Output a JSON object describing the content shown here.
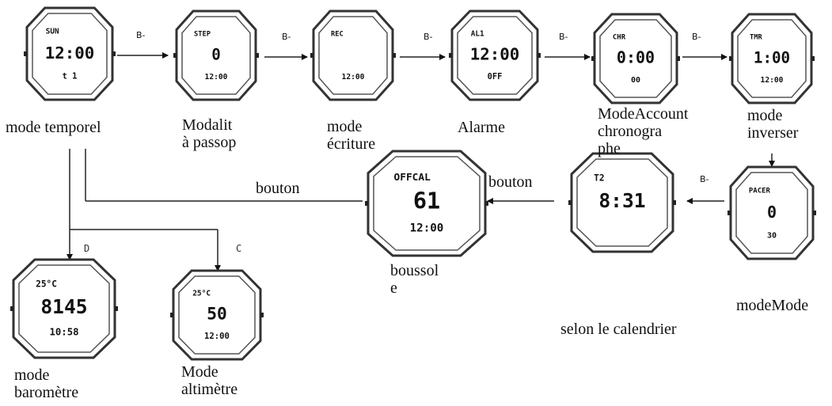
{
  "diagram": {
    "modes": [
      {
        "id": "temporel",
        "label_lines": [
          "mode temporel"
        ],
        "screen": {
          "top": "SUN",
          "main": "12:00",
          "bottom": "t  1"
        }
      },
      {
        "id": "passop",
        "label_lines": [
          "Modalit",
          "à passop"
        ],
        "screen": {
          "top": "STEP",
          "main": "0",
          "bottom": "12:00"
        }
      },
      {
        "id": "ecriture",
        "label_lines": [
          "mode",
          "écriture"
        ],
        "screen": {
          "top": "REC",
          "main": "",
          "bottom": "12:00"
        }
      },
      {
        "id": "alarme",
        "label_lines": [
          "Alarme"
        ],
        "screen": {
          "top": "AL1",
          "main": "12:00",
          "bottom": "0FF"
        }
      },
      {
        "id": "chrono",
        "label_lines": [
          "ModeAccount",
          "chronogra",
          "phe"
        ],
        "screen": {
          "top": "CHR",
          "main": "0:00",
          "bottom": "00"
        }
      },
      {
        "id": "inverser",
        "label_lines": [
          "mode",
          "inverser"
        ],
        "screen": {
          "top": "TMR",
          "main": "1:00",
          "bottom": "12:00"
        }
      },
      {
        "id": "pacer",
        "label_lines": [
          "modeMode"
        ],
        "screen": {
          "top": "PACER",
          "main": "0",
          "bottom": "30"
        }
      },
      {
        "id": "calendrier",
        "label_lines": [
          "selon le calendrier"
        ],
        "screen": {
          "top": "T2",
          "main": "8:31",
          "bottom": ""
        }
      },
      {
        "id": "boussole",
        "label_lines": [
          "boussol",
          "e"
        ],
        "screen": {
          "top": "OFFCAL",
          "main": "61",
          "bottom": "12:00"
        }
      },
      {
        "id": "barometre",
        "label_lines": [
          "mode",
          "baromètre"
        ],
        "screen": {
          "top": "25°C",
          "main": "8145",
          "bottom": "10:58"
        }
      },
      {
        "id": "altimetre",
        "label_lines": [
          "Mode",
          "altimètre"
        ],
        "screen": {
          "top": "25°C",
          "main": "50",
          "bottom": "12:00"
        }
      }
    ],
    "button_labels": {
      "b": "B",
      "c": "C",
      "d": "D"
    },
    "bouton_labels": [
      "bouton",
      "bouton"
    ]
  }
}
